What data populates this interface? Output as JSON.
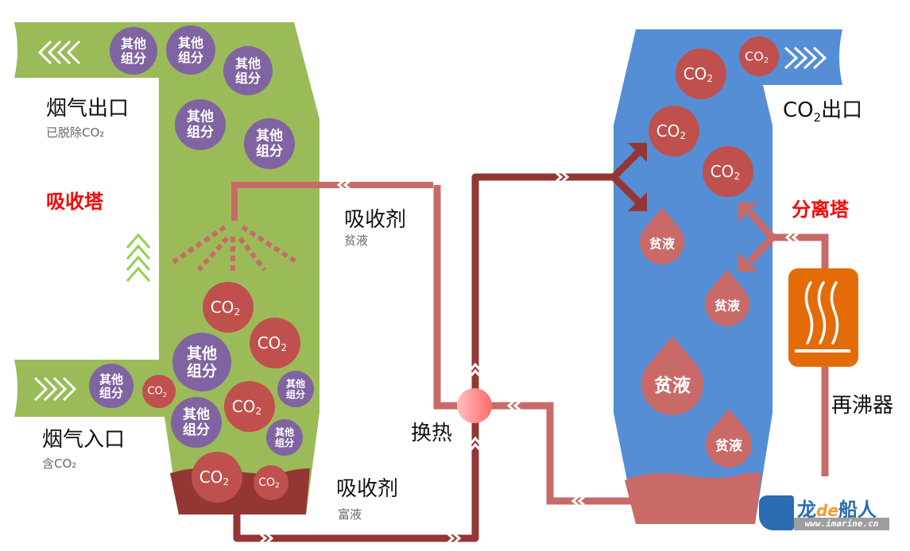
{
  "absorber": {
    "title": "吸收塔",
    "outlet_label": "烟气出口",
    "outlet_sub": "已脱除CO₂",
    "inlet_label": "烟气入口",
    "inlet_sub": "含CO₂",
    "color": "#9bbb59",
    "liquid_color": "#943634"
  },
  "stripper": {
    "title": "分离塔",
    "outlet_label_pre": "CO",
    "outlet_label_sub": "2",
    "outlet_label_post": "出口",
    "color": "#558ed5",
    "liquid_color": "#c96a68"
  },
  "lean_absorbent": {
    "label": "吸收剂",
    "sub": "贫液",
    "color": "#c96a68"
  },
  "rich_absorbent": {
    "label": "吸收剂",
    "sub": "富液",
    "color": "#943634"
  },
  "heat_exchanger": {
    "label": "换热"
  },
  "reboiler": {
    "label": "再沸器",
    "color": "#e36c09"
  },
  "bubble_labels": {
    "other_line1": "其他",
    "other_line2": "组分",
    "co2_main": "CO",
    "co2_sub": "2",
    "lean_drop": "贫液"
  },
  "colors": {
    "other_component": "#8064a2",
    "co2": "#c0504d",
    "highlight_red": "#ff0000"
  },
  "watermark": {
    "name_a": "龙",
    "name_de": "de",
    "name_b": "船人",
    "url": "www.imarine.cn"
  }
}
